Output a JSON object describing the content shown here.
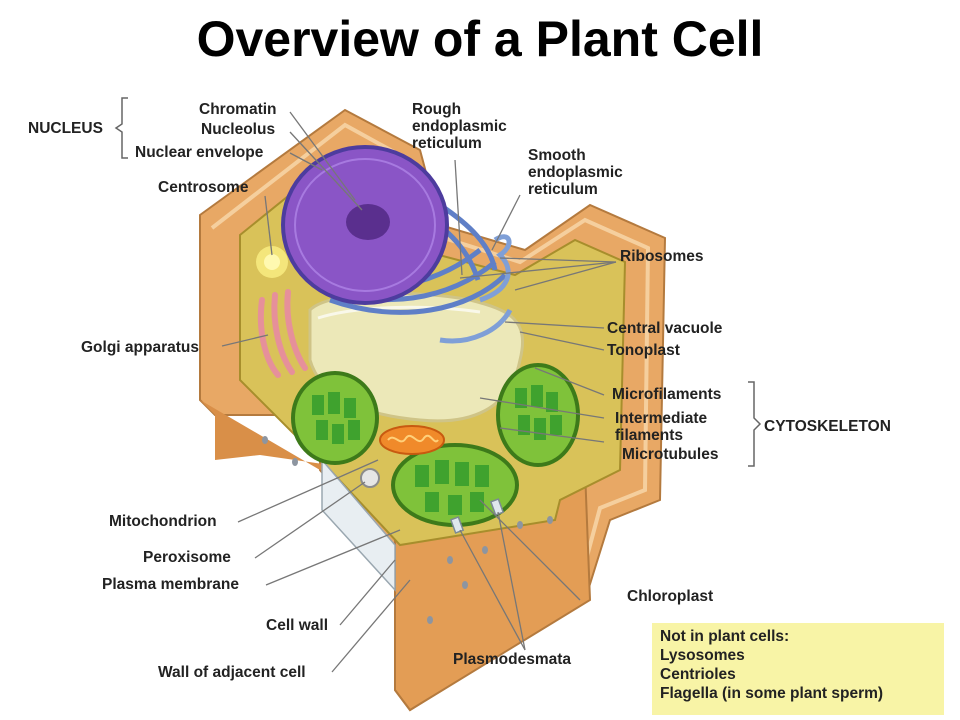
{
  "title": "Overview of a Plant Cell",
  "groups": {
    "nucleus": "NUCLEUS",
    "cytoskeleton": "CYTOSKELETON"
  },
  "labels": {
    "chromatin": "Chromatin",
    "nucleolus": "Nucleolus",
    "nuclear_envelope": "Nuclear envelope",
    "centrosome": "Centrosome",
    "golgi": "Golgi apparatus",
    "rough_er": [
      "Rough",
      "endoplasmic",
      "reticulum"
    ],
    "smooth_er": [
      "Smooth",
      "endoplasmic",
      "reticulum"
    ],
    "ribosomes": "Ribosomes",
    "central_vacuole": "Central vacuole",
    "tonoplast": "Tonoplast",
    "microfilaments": "Microfilaments",
    "intermediate_filaments": [
      "Intermediate",
      "filaments"
    ],
    "microtubules": "Microtubules",
    "mitochondrion": "Mitochondrion",
    "peroxisome": "Peroxisome",
    "plasma_membrane": "Plasma membrane",
    "cell_wall": "Cell wall",
    "wall_adjacent": "Wall of adjacent cell",
    "plasmodesmata": "Plasmodesmata",
    "chloroplast": "Chloroplast"
  },
  "note": {
    "heading": "Not in plant cells:",
    "items": [
      "Lysosomes",
      "Centrioles",
      "Flagella (in some plant sperm)"
    ]
  },
  "colors": {
    "cell_wall": "#e8a865",
    "cytoplasm": "#d9c259",
    "nucleus": "#8a55c6",
    "chloroplast": "#7fc23a",
    "vacuole": "#ece8b8",
    "golgi": "#e6909a",
    "note_bg": "#f8f4a6"
  }
}
